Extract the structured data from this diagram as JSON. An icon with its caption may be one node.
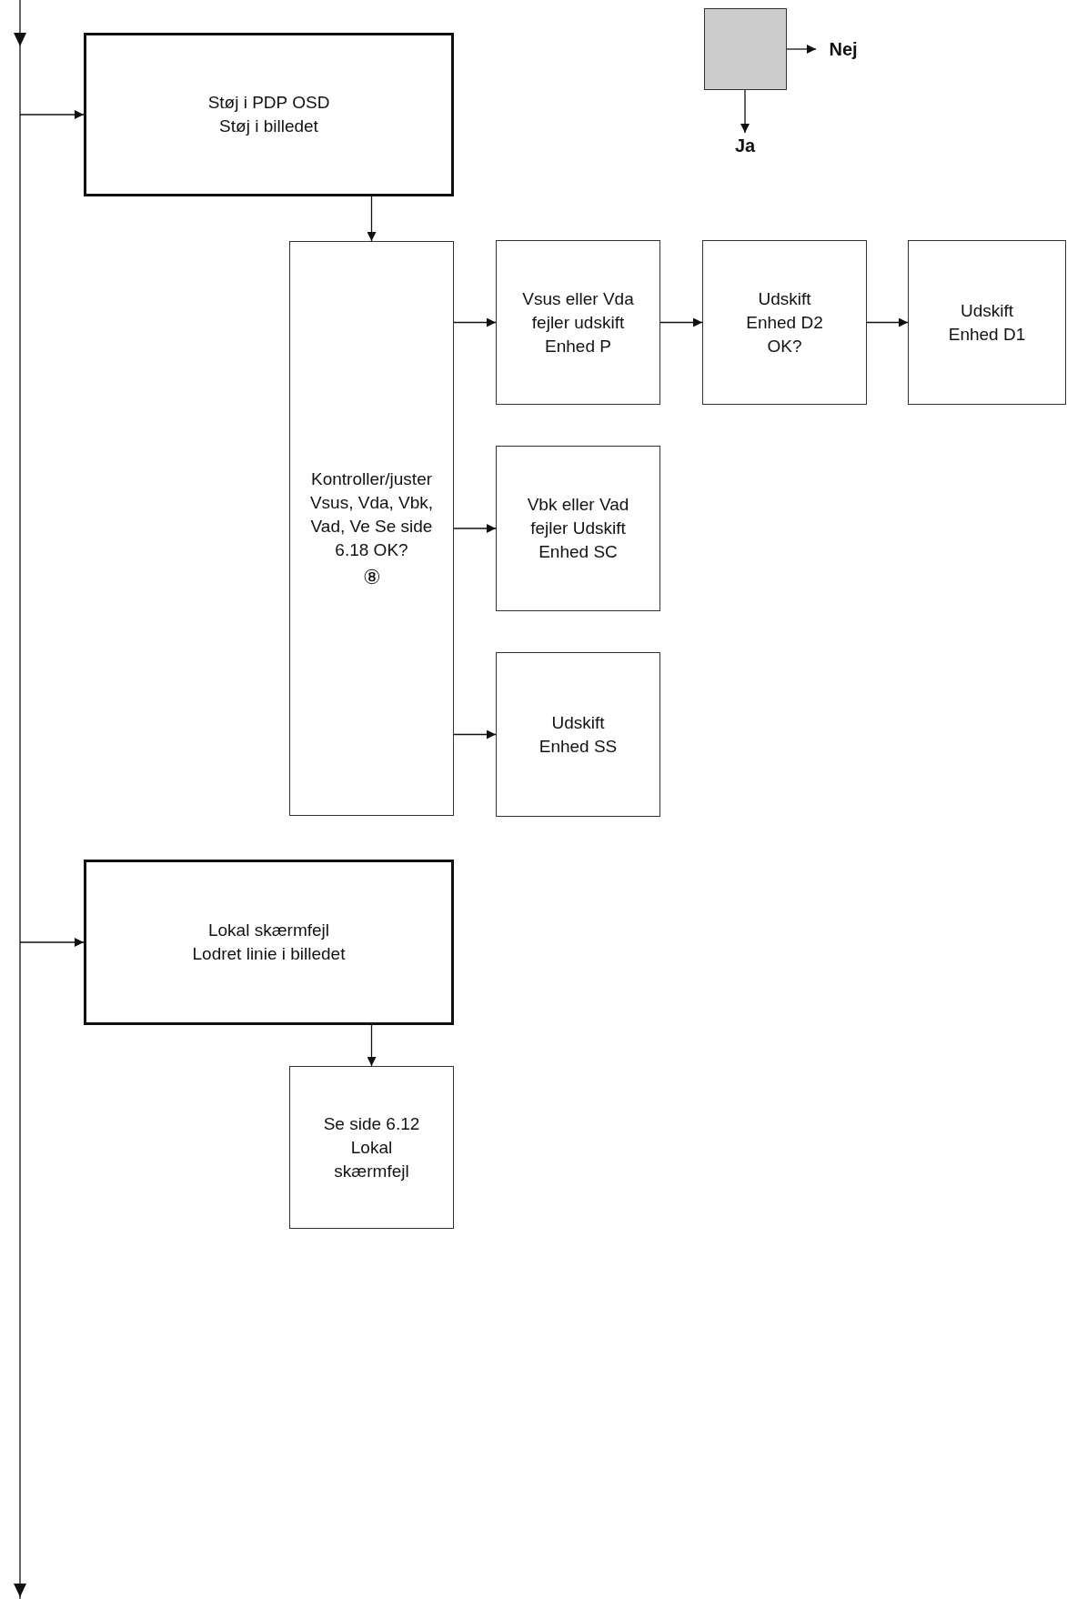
{
  "diagram": {
    "nodes": [
      {
        "text": [],
        "shape": "box"
      },
      {
        "text": [
          "Nej"
        ]
      },
      {
        "text": [
          "Ja"
        ]
      },
      {
        "text": [
          "Støj i PDP OSD",
          "Støj i billedet"
        ]
      },
      {
        "text": [
          "Kontroller/juster Vsus, Vda, Vbk, Vad, Ve Se side 6.18 OK?",
          "⑧"
        ]
      },
      {
        "text": [
          "Vsus eller Vda fejler udskift Enhed P"
        ]
      },
      {
        "text": [
          "Udskift Enhed D2 OK?"
        ]
      },
      {
        "text": [
          "Udskift Enhed D1"
        ]
      },
      {
        "text": [
          "Vbk eller Vad fejler Udskift Enhed SC"
        ]
      },
      {
        "text": [
          "Udskift Enhed SS"
        ]
      },
      {
        "text": [
          "Lokal skærmfejl",
          "Lodret linie i billedet"
        ]
      },
      {
        "text": [
          "Se side 6.12 Lokal skærmfejl"
        ]
      }
    ],
    "edges": [
      {
        "from": 0,
        "to": 1,
        "arrow": "to"
      },
      {
        "from": 0,
        "to": 2,
        "arrow": "to"
      },
      {
        "from": null,
        "to": 3,
        "arrow": "to"
      },
      {
        "from": 3,
        "to": 4,
        "arrow": "to"
      },
      {
        "from": 4,
        "to": 5,
        "arrow": "to"
      },
      {
        "from": 5,
        "to": 6,
        "arrow": "to"
      },
      {
        "from": 6,
        "to": 7,
        "arrow": "to"
      },
      {
        "from": 4,
        "to": 8,
        "arrow": "to"
      },
      {
        "from": 4,
        "to": 9,
        "arrow": "to"
      },
      {
        "from": null,
        "to": 10,
        "arrow": "to"
      },
      {
        "from": 10,
        "to": 11,
        "arrow": "to"
      }
    ]
  }
}
